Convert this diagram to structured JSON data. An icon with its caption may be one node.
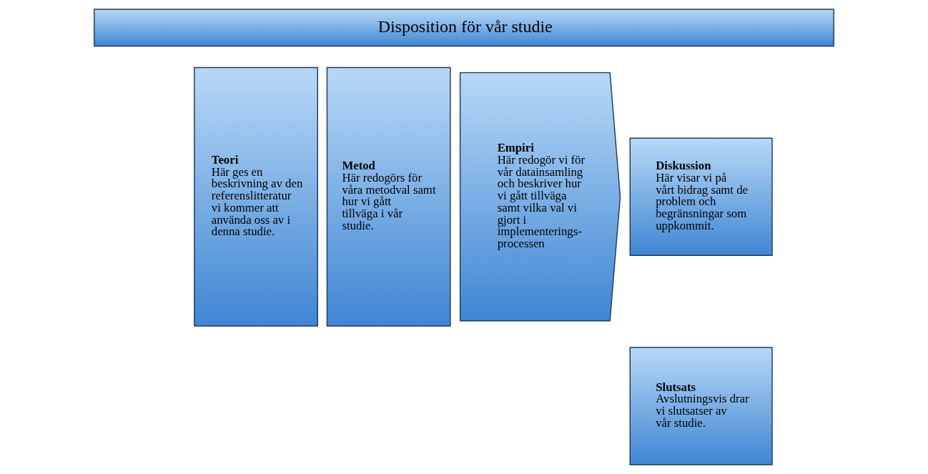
{
  "diagram": {
    "nodes": [
      {
        "text": [
          "Disposition för vår studie"
        ]
      },
      {
        "text": [
          "Teori",
          "Här ges en beskrivning av den referenslitteratur vi kommer att använda oss av i denna studie."
        ]
      },
      {
        "text": [
          "Metod",
          "Här redogörs för våra metodval samt hur vi gått tillväga i vår studie."
        ]
      },
      {
        "text": [
          "Empiri",
          "Här redogör vi för vår datainsamling och beskriver hur vi gått tillväga samt vilka val vi gjort i implementerings-processen"
        ]
      },
      {
        "text": [
          "Diskussion",
          "Här visar vi på vårt bidrag samt de problem och begränsningar som uppkommit."
        ]
      },
      {
        "text": [
          "Slutsats",
          "Avslutningsvis drar vi slutsatser av vår studie."
        ]
      }
    ]
  }
}
